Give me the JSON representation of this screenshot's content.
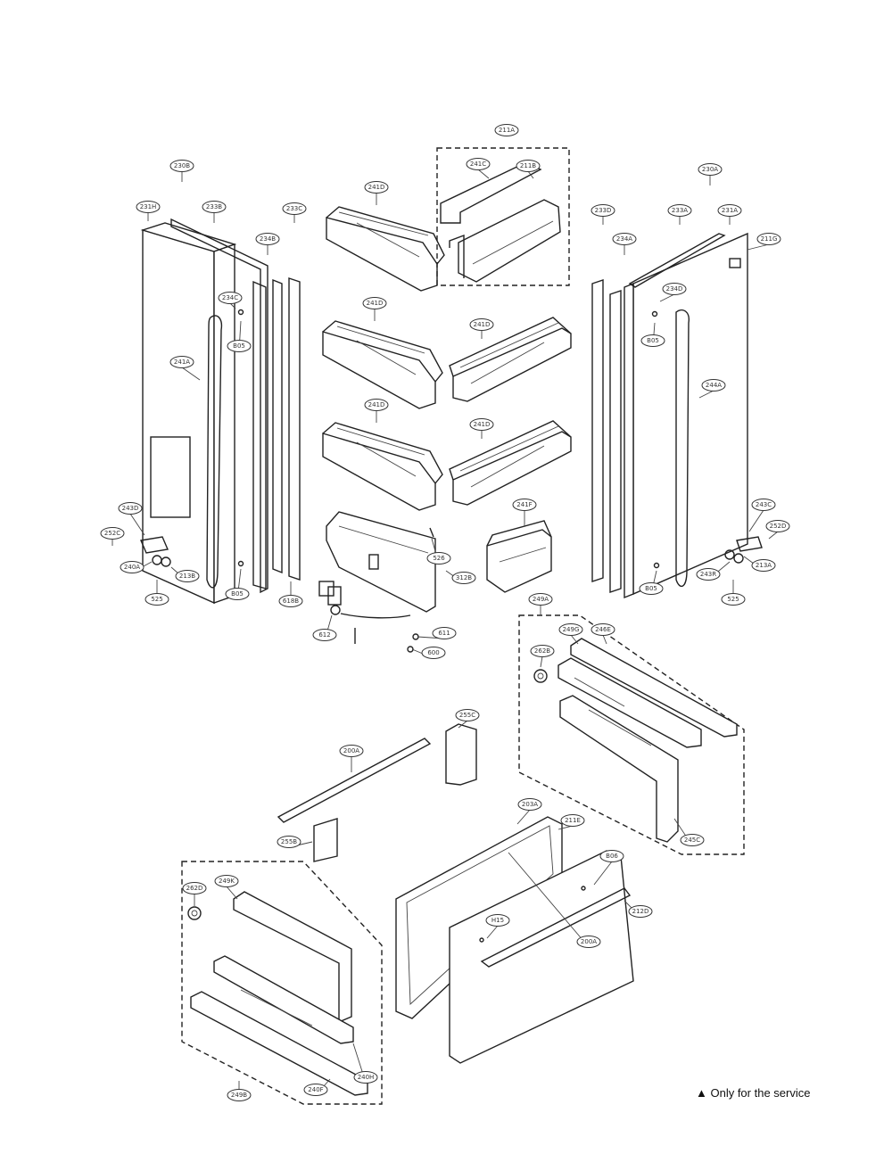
{
  "note": "▲ Only for the service",
  "callouts": [
    {
      "id": "c-211a",
      "label": "211A"
    },
    {
      "id": "c-241c",
      "label": "241C"
    },
    {
      "id": "c-211b",
      "label": "211B"
    },
    {
      "id": "c-230b",
      "label": "230B"
    },
    {
      "id": "c-230a",
      "label": "230A"
    },
    {
      "id": "c-231h",
      "label": "231H"
    },
    {
      "id": "c-233b",
      "label": "233B"
    },
    {
      "id": "c-233c",
      "label": "233C"
    },
    {
      "id": "c-241d-1",
      "label": "241D"
    },
    {
      "id": "c-233d",
      "label": "233D"
    },
    {
      "id": "c-233a",
      "label": "233A"
    },
    {
      "id": "c-231a",
      "label": "231A"
    },
    {
      "id": "c-211g",
      "label": "211G"
    },
    {
      "id": "c-234b",
      "label": "234B"
    },
    {
      "id": "c-234a",
      "label": "234A"
    },
    {
      "id": "c-234c",
      "label": "234C"
    },
    {
      "id": "c-234d",
      "label": "234D"
    },
    {
      "id": "c-b05-1",
      "label": "B05"
    },
    {
      "id": "c-b05-2",
      "label": "B05"
    },
    {
      "id": "c-241d-2",
      "label": "241D"
    },
    {
      "id": "c-241d-3",
      "label": "241D"
    },
    {
      "id": "c-241a",
      "label": "241A"
    },
    {
      "id": "c-244a",
      "label": "244A"
    },
    {
      "id": "c-241d-4",
      "label": "241D"
    },
    {
      "id": "c-241d-5",
      "label": "241D"
    },
    {
      "id": "c-243d",
      "label": "243D"
    },
    {
      "id": "c-243c",
      "label": "243C"
    },
    {
      "id": "c-241f",
      "label": "241F"
    },
    {
      "id": "c-252c",
      "label": "252C"
    },
    {
      "id": "c-252d",
      "label": "252D"
    },
    {
      "id": "c-240a",
      "label": "240A"
    },
    {
      "id": "c-213b",
      "label": "213B"
    },
    {
      "id": "c-526",
      "label": "526"
    },
    {
      "id": "c-312b",
      "label": "312B"
    },
    {
      "id": "c-243r",
      "label": "243R"
    },
    {
      "id": "c-213a",
      "label": "213A"
    },
    {
      "id": "c-b05-3",
      "label": "B05"
    },
    {
      "id": "c-b05-4",
      "label": "B05"
    },
    {
      "id": "c-525-1",
      "label": "525"
    },
    {
      "id": "c-525-2",
      "label": "525"
    },
    {
      "id": "c-618b",
      "label": "618B"
    },
    {
      "id": "c-612",
      "label": "612"
    },
    {
      "id": "c-611",
      "label": "611"
    },
    {
      "id": "c-600",
      "label": "600"
    },
    {
      "id": "c-249a",
      "label": "249A"
    },
    {
      "id": "c-249g",
      "label": "249G"
    },
    {
      "id": "c-246e",
      "label": "246E"
    },
    {
      "id": "c-262b",
      "label": "262B"
    },
    {
      "id": "c-255c",
      "label": "255C"
    },
    {
      "id": "c-200a-1",
      "label": "200A"
    },
    {
      "id": "c-245c",
      "label": "245C"
    },
    {
      "id": "c-203a",
      "label": "203A"
    },
    {
      "id": "c-211e",
      "label": "211E"
    },
    {
      "id": "c-255b",
      "label": "255B"
    },
    {
      "id": "c-b06",
      "label": "B06"
    },
    {
      "id": "c-262d",
      "label": "262D"
    },
    {
      "id": "c-249k",
      "label": "249K"
    },
    {
      "id": "c-212d",
      "label": "212D"
    },
    {
      "id": "c-h15",
      "label": "H15"
    },
    {
      "id": "c-200a-2",
      "label": "200A"
    },
    {
      "id": "c-240h",
      "label": "240H"
    },
    {
      "id": "c-249b",
      "label": "249B"
    },
    {
      "id": "c-240f",
      "label": "240F"
    }
  ]
}
